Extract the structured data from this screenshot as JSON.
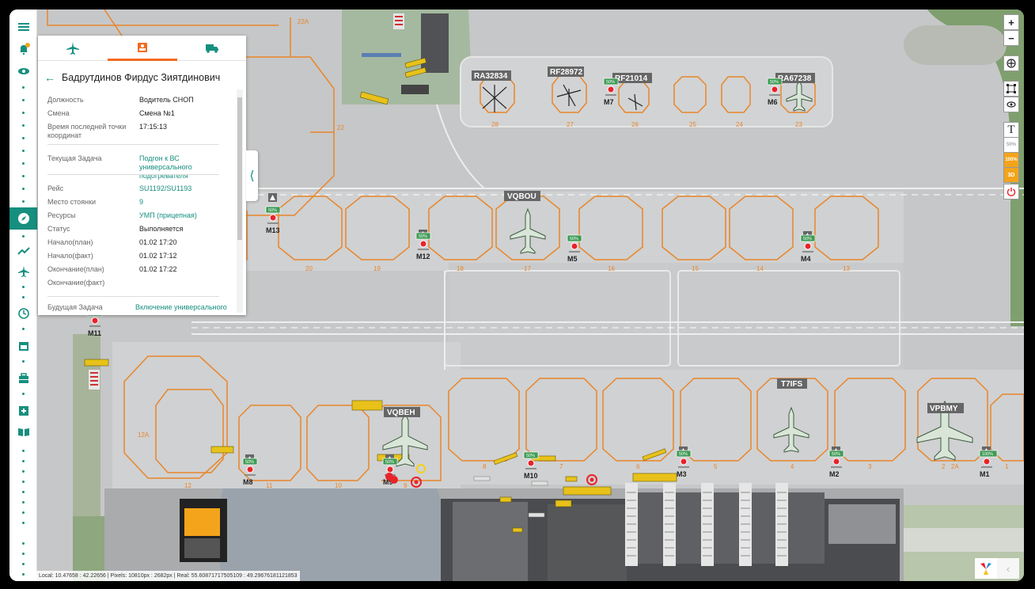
{
  "aircraft": [
    {
      "reg": "RA32834"
    },
    {
      "reg": "RF28972"
    },
    {
      "reg": "RF21014"
    },
    {
      "reg": "RA67238"
    },
    {
      "reg": "VQBOU"
    },
    {
      "reg": "VQBEH"
    },
    {
      "reg": "T7IFS"
    },
    {
      "reg": "VPBMY"
    }
  ],
  "stands_top": [
    "28",
    "27",
    "26",
    "25",
    "24",
    "23"
  ],
  "stands_mid": [
    "20",
    "19",
    "18",
    "17",
    "16",
    "15",
    "14",
    "13"
  ],
  "stands_bottom_left": [
    "12",
    "11",
    "10",
    "9"
  ],
  "stands_bottom_right": [
    "8",
    "7",
    "6",
    "5",
    "4",
    "3",
    "2",
    "2A",
    "1"
  ],
  "stand_12a": "12A",
  "stand_22a": "22A",
  "stand_22": "22",
  "markers": [
    "M13",
    "M12",
    "M5",
    "M4",
    "M7",
    "M6",
    "M11",
    "M8",
    "M9",
    "M10",
    "M3",
    "M2",
    "M1"
  ],
  "pct_badge": "50%",
  "pct_badge_full": "100%",
  "panel": {
    "tabs": [
      "flight",
      "driver",
      "vehicle"
    ],
    "driver_name": "Бадрутдинов Фирдус Зиятдинович",
    "fields": [
      {
        "k": "Должность",
        "v": "Водитель СНОП"
      },
      {
        "k": "Смена",
        "v": "Смена №1"
      },
      {
        "k": "Время последней точки координат",
        "v": "17:15:13"
      },
      {
        "k": "Текущая Задача",
        "v": "Подгон к ВС универсального подогревателя"
      },
      {
        "k": "Рейс",
        "v": "SU1192/SU1193"
      },
      {
        "k": "Место стоянки",
        "v": "9"
      },
      {
        "k": "Ресурсы",
        "v": "УМП (прицепная)"
      },
      {
        "k": "Статус",
        "v": "Выполняется"
      },
      {
        "k": "Начало(план)",
        "v": "01.02 17:20"
      },
      {
        "k": "Начало(факт)",
        "v": "01.02 17:12"
      },
      {
        "k": "Окончание(план)",
        "v": "01.02 17:22"
      },
      {
        "k": "Окончание(факт)",
        "v": ""
      },
      {
        "k": "Будущая Задача",
        "v": "Включение универсального"
      }
    ]
  },
  "right_toolbar": {
    "zoom_in": "+",
    "zoom_out": "−",
    "text_tool": "T",
    "pct50": "50%",
    "pct100": "100%",
    "mode3d": "3D"
  },
  "status_bar": "Local: 10.47658 : 42.22656 | Pixels: 10810px : 2682px | Real: 55.60871717505109 : 49.29676181121853",
  "colors": {
    "accent": "#168f7f",
    "tab_active": "#f26a21",
    "stand_outline": "#e8862a",
    "taxi_line": "#f5b93b"
  }
}
